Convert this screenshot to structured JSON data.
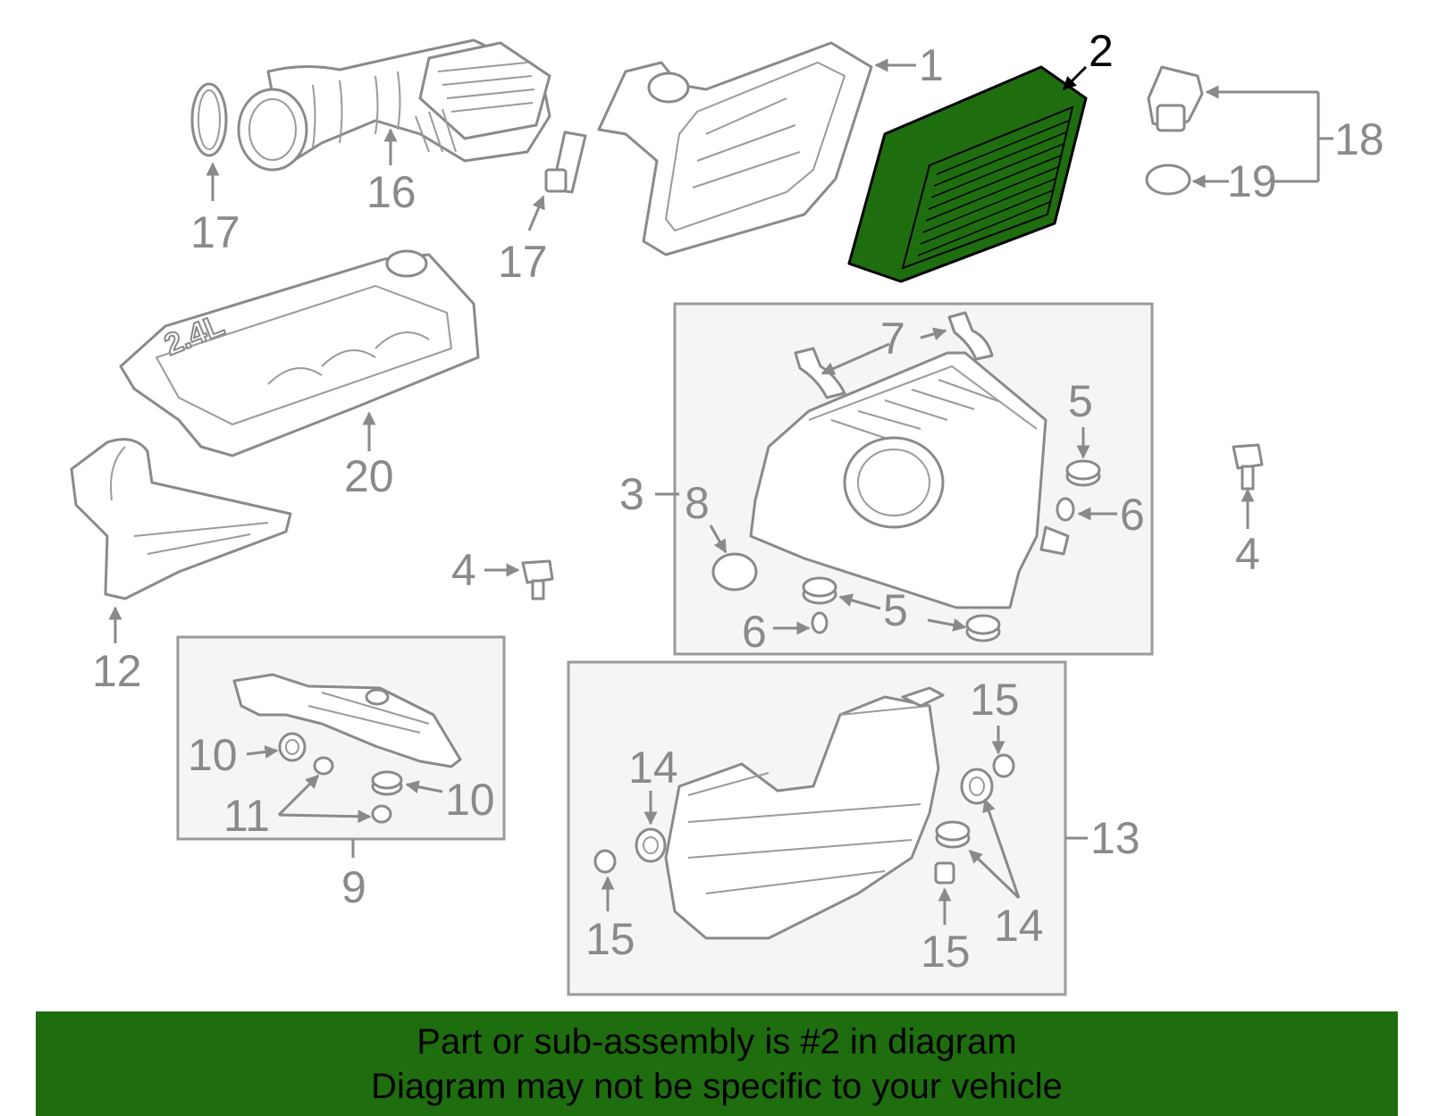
{
  "highlight_color": "#1e6e0f",
  "callouts": {
    "c1": "1",
    "c2": "2",
    "c3": "3",
    "c4a": "4",
    "c4b": "4",
    "c5a": "5",
    "c5b": "5",
    "c6a": "6",
    "c6b": "6",
    "c7": "7",
    "c8": "8",
    "c9": "9",
    "c10a": "10",
    "c10b": "10",
    "c11": "11",
    "c12": "12",
    "c13": "13",
    "c14a": "14",
    "c14b": "14",
    "c15a": "15",
    "c15b": "15",
    "c15c": "15",
    "c16": "16",
    "c17a": "17",
    "c17b": "17",
    "c18": "18",
    "c19": "19",
    "c20": "20"
  },
  "engine_label": "2.4L",
  "banner": {
    "line1": "Part or sub-assembly is #2 in diagram",
    "line2": "Diagram may not be specific to your vehicle"
  }
}
